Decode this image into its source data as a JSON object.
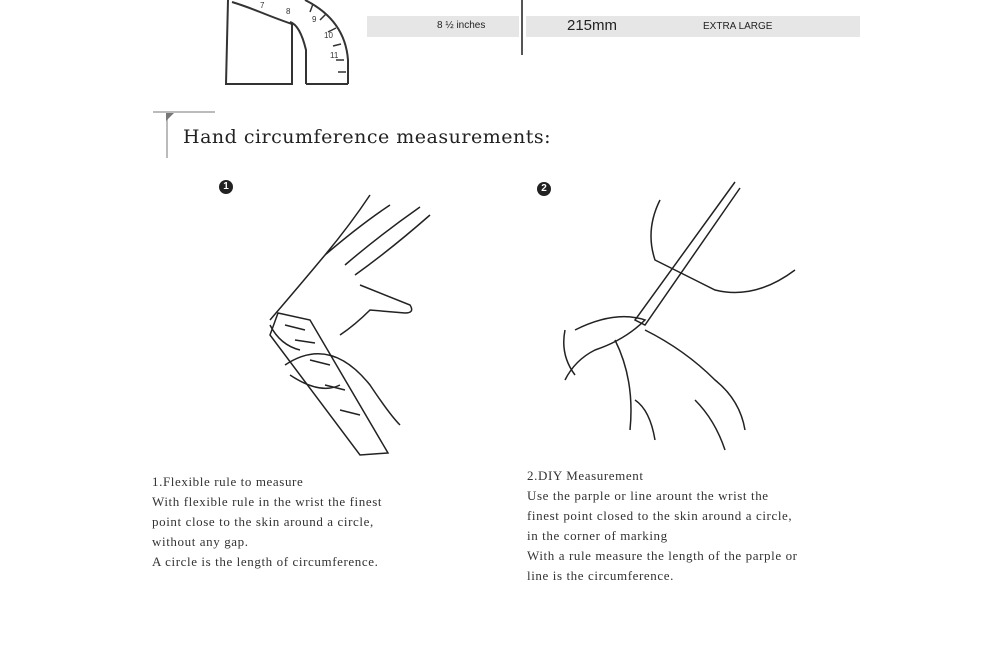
{
  "size_table": {
    "inches": "8 ½ inches",
    "mm": "215mm",
    "size": "EXTRA LARGE"
  },
  "gauge_ticks": [
    "7",
    "8",
    "9",
    "10",
    "11"
  ],
  "section": {
    "heading": "Hand circumference measurements:"
  },
  "steps": [
    {
      "badge": "1",
      "lines": [
        "1.Flexible rule to measure",
        "With flexible rule in the wrist the finest",
        "point close to the skin around a circle,",
        "without any gap.",
        "A circle is the length of circumference."
      ]
    },
    {
      "badge": "2",
      "lines": [
        "2.DIY Measurement",
        "Use the parple or line arount the wrist the",
        "finest point closed to the skin around a circle,",
        "in the corner of marking",
        "With a rule measure the length of the parple or",
        "line is the circumference."
      ]
    }
  ]
}
